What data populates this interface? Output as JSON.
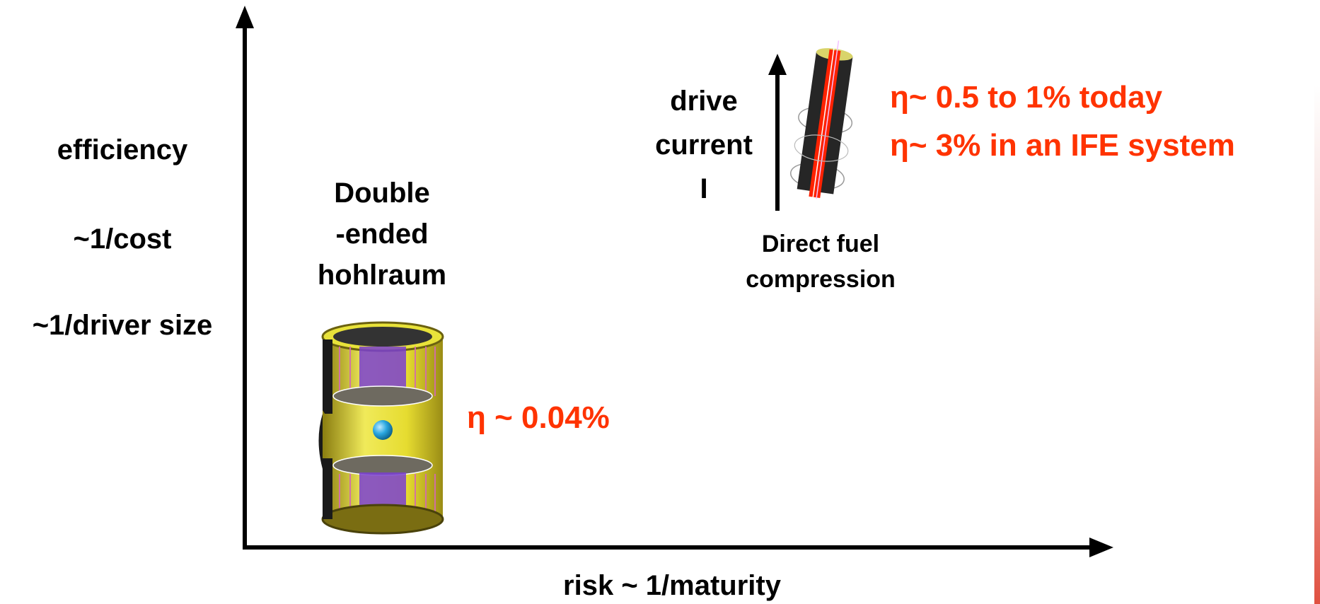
{
  "axes": {
    "y_labels": [
      "efficiency",
      "~1/cost",
      "~1/driver size"
    ],
    "x_label": "risk ~ 1/maturity"
  },
  "hohlraum": {
    "title_lines": [
      "Double",
      "-ended",
      "hohlraum"
    ],
    "efficiency": "η ~ 0.04%"
  },
  "direct_drive": {
    "drive_lines": [
      "drive",
      "current",
      "I"
    ],
    "caption_lines": [
      "Direct fuel",
      "compression"
    ],
    "efficiency_lines": [
      "η~ 0.5 to 1% today",
      "η~ 3% in an IFE system"
    ]
  },
  "colors": {
    "accent": "#ff3300",
    "hohlraum_gold": "#e8e23a",
    "capsule": "#2aa7e0",
    "liner_dark": "#2a2a2a",
    "liner_red": "#ff2200"
  }
}
